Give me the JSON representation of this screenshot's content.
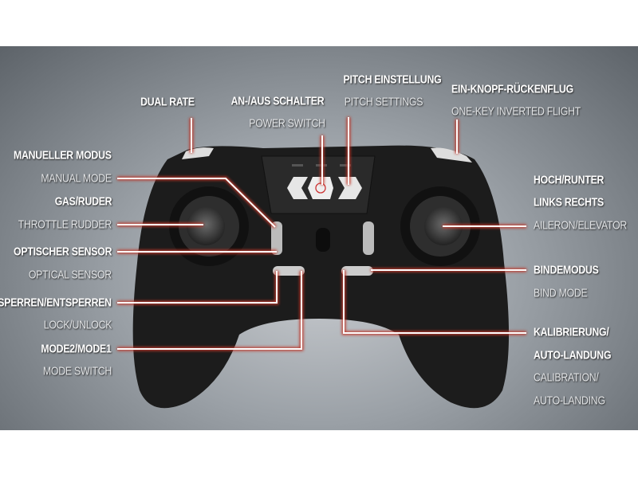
{
  "labels": {
    "dual_rate": "DUAL RATE",
    "power_de": "AN-/AUS SCHALTER",
    "power_en": "POWER SWITCH",
    "pitch_de": "PITCH EINSTELLUNG",
    "pitch_en": "PITCH SETTINGS",
    "inverted_de": "EIN-KNOPF-RÜCKENFLUG",
    "inverted_en": "ONE-KEY INVERTED FLIGHT",
    "manual_de": "MANUELLER MODUS",
    "manual_en": "MANUAL MODE",
    "throttle_de": "GAS/RUDER",
    "throttle_en": "THROTTLE RUDDER",
    "optical_de": "OPTISCHER SENSOR",
    "optical_en": "OPTICAL SENSOR",
    "lock_de": "SPERREN/ENTSPERREN",
    "lock_en": "LOCK/UNLOCK",
    "mode_de": "MODE2/MODE1",
    "mode_en": "MODE SWITCH",
    "aileron_de1": "HOCH/RUNTER",
    "aileron_de2": "LINKS RECHTS",
    "aileron_en": "AILERON/ELEVATOR",
    "bind_de": "BINDEMODUS",
    "bind_en": "BIND MODE",
    "calib_de1": "KALIBRIERUNG/",
    "calib_de2": "AUTO-LANDUNG",
    "calib_en1": "CALIBRATION/",
    "calib_en2": "AUTO-LANDING"
  },
  "colors": {
    "leader_glow": "#c0392b",
    "leader": "#ffffff",
    "body": "#1c1c1c"
  }
}
